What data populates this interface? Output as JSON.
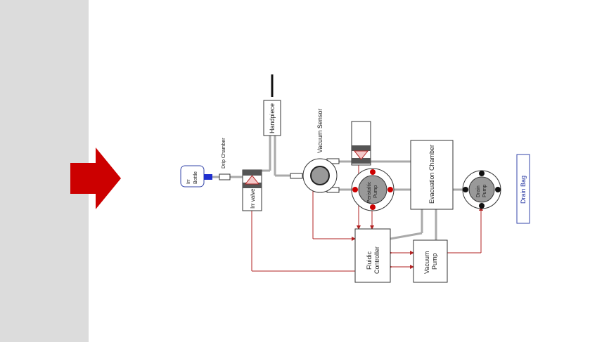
{
  "diagram": {
    "labels": {
      "irr_bottle": [
        "Irr",
        "Bottle"
      ],
      "drip_chamber": "Drip Chamber",
      "irr_valve": "Irr valve",
      "handpiece": "Handpiece",
      "vacuum_sensor": "Vacuum Sensor",
      "peristaltic_pump": [
        "Peristaltic",
        "Pump"
      ],
      "evacuation_chamber": "Evacuation  Chamber",
      "drain_pump": [
        "Drain",
        "Pump"
      ],
      "drain_bag": "Drain Bag",
      "fluidic_controller": [
        "Fluidic",
        "Controller"
      ],
      "vacuum_pump": [
        "Vacuum",
        "Pump"
      ]
    },
    "colors": {
      "sidebar": "#dcdcdc",
      "arrow": "#cc0000",
      "tubing": "#aaaaaa",
      "control_line": "#b22222",
      "connector": "#1f2fcf",
      "bottle_border": "#3344aa",
      "rotor": "#999999",
      "roller_peristaltic": "#cc0000",
      "roller_drain": "#111111"
    },
    "icons": {
      "nav_arrow": "right-arrow-icon"
    }
  }
}
